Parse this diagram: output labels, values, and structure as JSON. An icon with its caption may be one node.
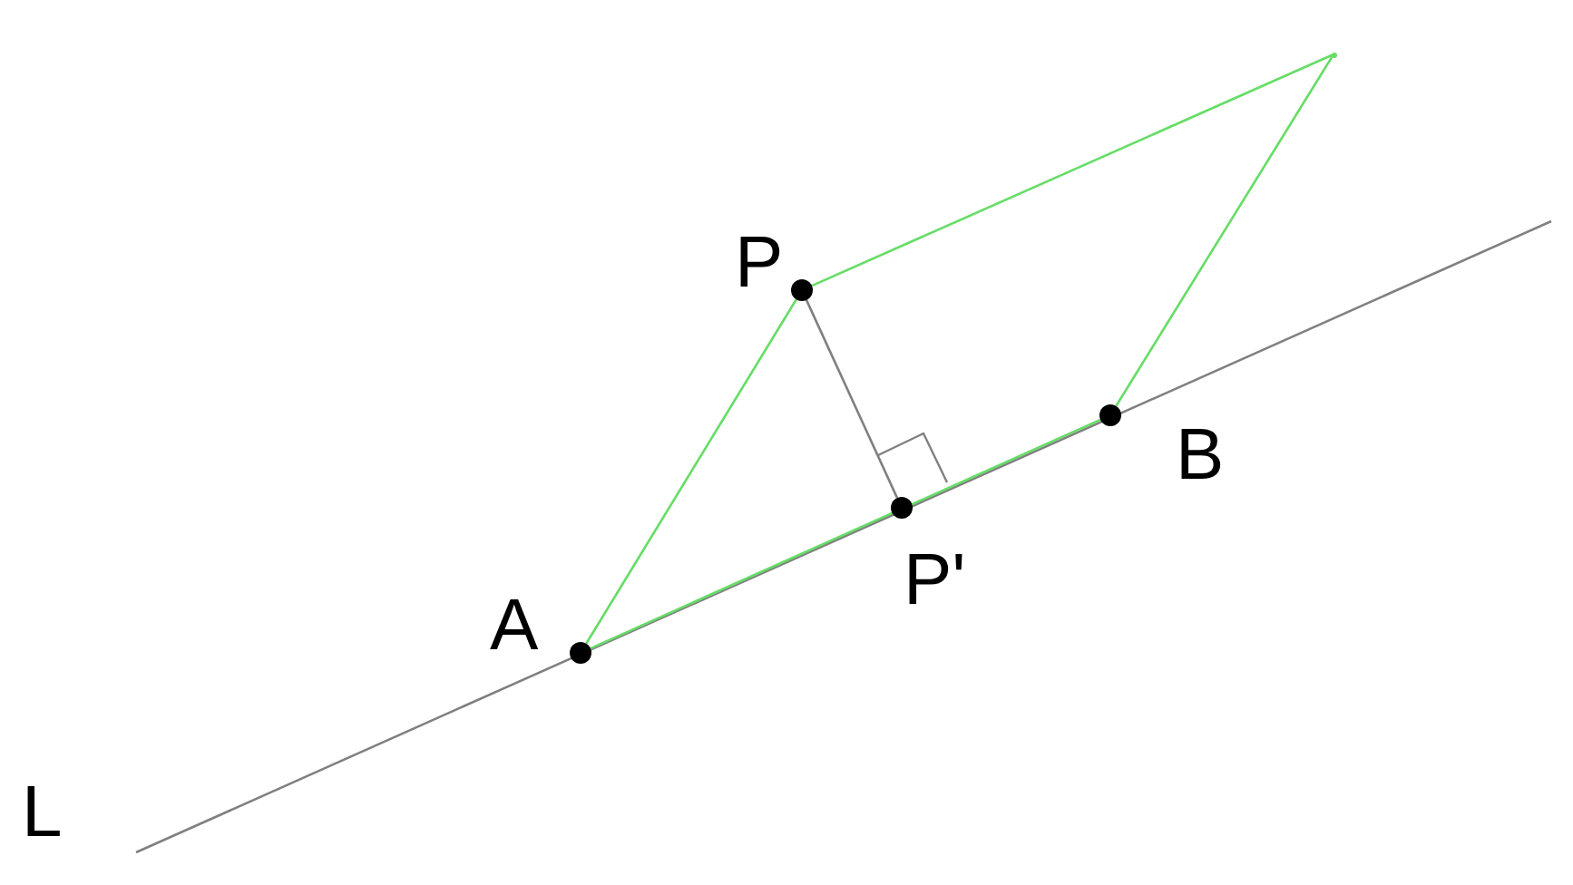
{
  "diagram": {
    "nodes": [
      {
        "text": [
          "P"
        ]
      },
      {
        "text": [
          "A"
        ]
      },
      {
        "text": [
          "P'"
        ]
      },
      {
        "text": [
          "B"
        ]
      },
      {
        "text": [],
        "shape": "point"
      }
    ],
    "edges": [
      {
        "from": 0,
        "to": 1,
        "arrow": "none"
      },
      {
        "from": 0,
        "to": 4,
        "arrow": "none"
      },
      {
        "from": 4,
        "to": 3,
        "arrow": "none"
      },
      {
        "from": 1,
        "to": 3,
        "arrow": "none"
      },
      {
        "from": 0,
        "to": 2,
        "arrow": "none",
        "color": "#808080"
      }
    ],
    "labels": [
      "L"
    ]
  }
}
